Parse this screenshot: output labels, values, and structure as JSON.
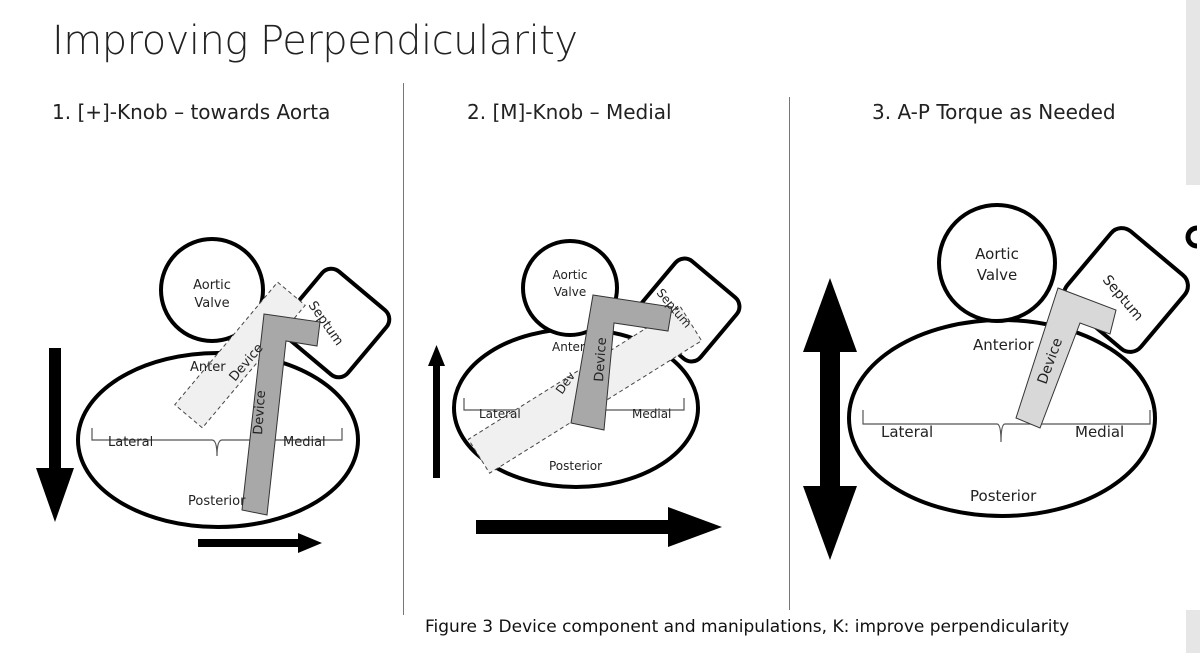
{
  "title": "Improving Perpendicularity",
  "panels": [
    {
      "heading": "1. [+]-Knob – towards Aorta",
      "labels": {
        "aortic_1": "Aortic",
        "aortic_2": "Valve",
        "septum": "Septum",
        "anterior": "Anter",
        "lateral": "Lateral",
        "medial": "Medial",
        "posterior": "Posterior",
        "device": "Device",
        "device_ghost": "Device"
      }
    },
    {
      "heading": "2. [M]-Knob – Medial",
      "labels": {
        "aortic_1": "Aortic",
        "aortic_2": "Valve",
        "septum": "Septum",
        "anterior": "Anter",
        "lateral": "Lateral",
        "medial": "Medial",
        "posterior": "Posterior",
        "device": "Device",
        "device_ghost": "Dev"
      }
    },
    {
      "heading": "3. A-P Torque as Needed",
      "labels": {
        "aortic_1": "Aortic",
        "aortic_2": "Valve",
        "septum": "Septum",
        "anterior": "Anterior",
        "lateral": "Lateral",
        "medial": "Medial",
        "posterior": "Posterior",
        "device": "Device"
      }
    }
  ],
  "caption": "Figure 3 Device component and manipulations, K: improve perpendicularity",
  "colors": {
    "device": "#a8a8a8",
    "device_ghost": "#f0f0f0",
    "outline": "#000000"
  }
}
